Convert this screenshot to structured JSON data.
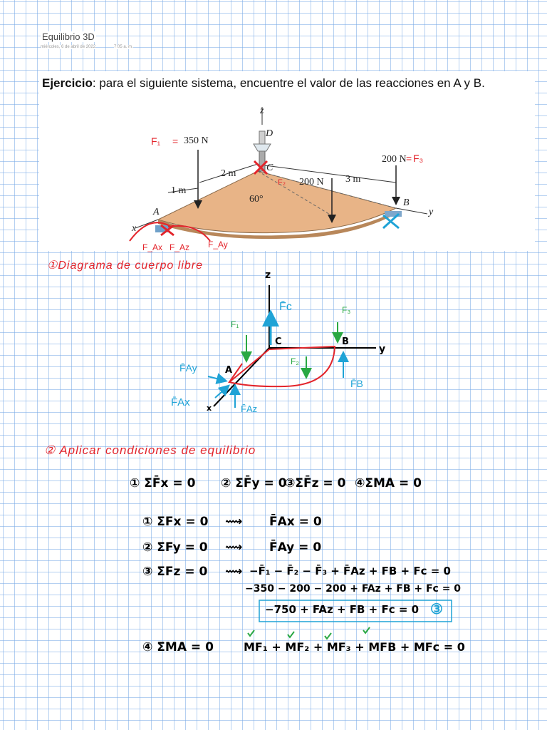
{
  "header": {
    "title": "Equilibrio 3D",
    "date": "miércoles, 6 de abril de 2022",
    "time": "7:05 a. m."
  },
  "exercise": {
    "label": "Ejercicio",
    "text": ": para el siguiente sistema, encuentre el valor de las reacciones en A y B."
  },
  "figure": {
    "axis_z": "z",
    "axis_x": "x",
    "axis_y": "y",
    "point_a": "A",
    "point_b": "B",
    "point_c": "C",
    "point_d": "D",
    "force_f1": "350 N",
    "force_f2": "200 N",
    "force_f3": "200 N",
    "dim_2m": "2 m",
    "dim_3m": "3 m",
    "dim_1m": "1 m",
    "angle": "60°",
    "hand_f1": "F₁",
    "hand_f2": "F₂",
    "hand_f3": "F₃",
    "hand_eq1": "=",
    "hand_eq3": "=",
    "hand_fax": "F_Ax",
    "hand_faz": "F_Az",
    "hand_fay": "F_Ay"
  },
  "section1": {
    "title": "①Diagrama de cuerpo libre"
  },
  "fbd": {
    "z": "z",
    "y": "y",
    "x": "x",
    "a": "A",
    "b": "B",
    "c": "C",
    "fc": "F̄c",
    "f1": "F₁",
    "f2": "F₂",
    "f3": "F₃",
    "fb": "F̄B",
    "fay": "F̄Ay",
    "fax": "F̄Ax",
    "faz": "F̄Az"
  },
  "section2": {
    "title": "② Aplicar condiciones de equilibrio"
  },
  "equations": {
    "conditions": [
      "① ΣF̄x = 0",
      "② ΣF̄y = 0",
      "③ΣF̄z = 0",
      "④ΣMA = 0"
    ],
    "eq1_left": "① ΣFx = 0",
    "eq1_right": "F̄Ax = 0",
    "eq2_left": "② ΣFy = 0",
    "eq2_right": "F̄Ay = 0",
    "eq3_left": "③ ΣFz = 0",
    "eq3_right": "−F̄₁ − F̄₂ − F̄₃ + F̄Az + FB + Fc = 0",
    "eq3_sub": "−350 − 200 − 200 + FAz + FB + Fc = 0",
    "eq3_boxed": "−750 + FAz + FB + Fc = 0",
    "eq3_tag": "③",
    "eq4_left": "④ ΣMA = 0",
    "eq4_right": "MF₁ + MF₂ + MF₃ + MFB + MFc = 0",
    "arrow": "⟿"
  },
  "colors": {
    "grid": "#78aae6",
    "red": "#e3242b",
    "blue": "#1fa3d6",
    "green": "#2aa843",
    "plate": "#e8b487"
  }
}
